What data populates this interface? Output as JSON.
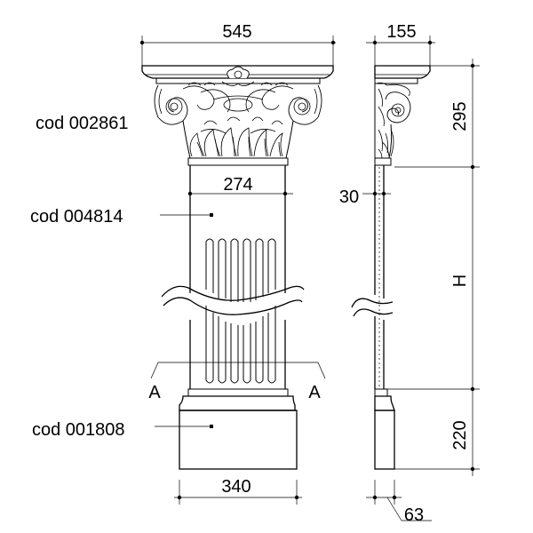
{
  "dimensions": {
    "capital_width": "545",
    "capital_depth": "155",
    "capital_height": "295",
    "shaft_width": "274",
    "shaft_depth": "30",
    "shaft_height": "H",
    "base_width": "340",
    "base_height": "220",
    "base_depth": "63"
  },
  "codes": {
    "capital": "cod 002861",
    "shaft": "cod 004814",
    "base": "cod 001808"
  },
  "section": {
    "left_label": "A",
    "right_label": "A"
  }
}
